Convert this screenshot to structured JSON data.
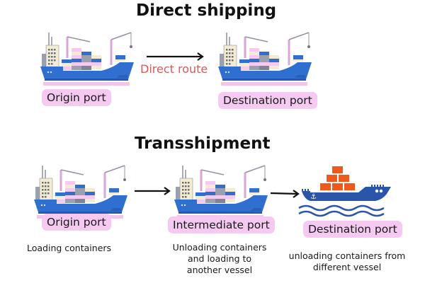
{
  "sections": {
    "direct": {
      "title": "Direct shipping",
      "route_label": "Direct route",
      "origin_label": "Origin port",
      "destination_label": "Destination port"
    },
    "transshipment": {
      "title": "Transshipment",
      "origin_label": "Origin port",
      "origin_caption": "Loading containers",
      "intermediate_label": "Intermediate port",
      "intermediate_caption_lines": [
        "Unloading containers",
        "and loading to",
        "another vessel"
      ],
      "destination_label": "Destination port",
      "destination_caption_lines": [
        "unloading containers from",
        "different vessel"
      ]
    }
  },
  "colors": {
    "label_background": "#f5c9f2",
    "route_text": "#d25b5b",
    "hull_blue": "#2f6fd0",
    "cargo_ship_blue": "#2a55a8",
    "cargo_boxes": "#ee5a1e"
  }
}
